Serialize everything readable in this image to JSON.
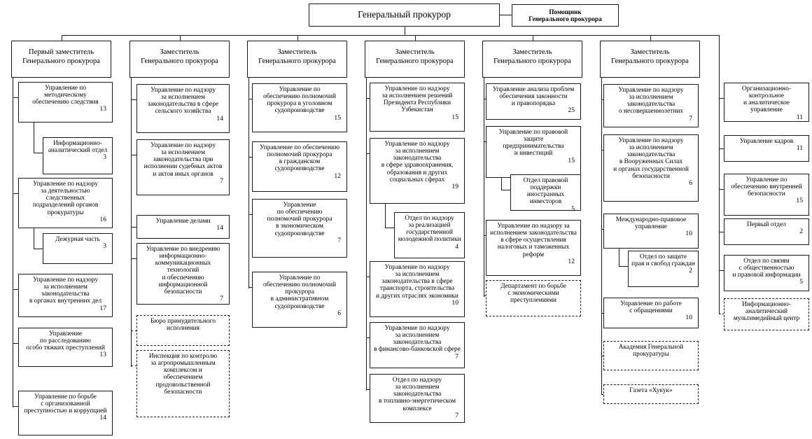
{
  "chart_type": "organizational-hierarchy-diagram",
  "top": {
    "title": "Генеральный прокурор",
    "assistant": "Помощник\nГенерального прокурора",
    "assistant_line1": "Помощник",
    "assistant_line2": "Генерального прокурора"
  },
  "columns": [
    {
      "header_line1": "Первый заместитель",
      "header_line2": "Генерального прокурора",
      "nodes": [
        {
          "lines": [
            "Управление по",
            "методическому",
            "обеспечению следствия"
          ],
          "count": "13",
          "style": "solid",
          "level": 1
        },
        {
          "lines": [
            "Информационно-",
            "аналитический отдел"
          ],
          "count": "3",
          "style": "solid",
          "level": 2
        },
        {
          "lines": [
            "Управление по надзору",
            "за деятельностью",
            "следственных",
            "подразделений органов",
            "прокуратуры"
          ],
          "count": "16",
          "style": "solid",
          "level": 1
        },
        {
          "lines": [
            "Дежурная часть"
          ],
          "count": "3",
          "style": "solid",
          "level": 2
        },
        {
          "lines": [
            "Управление по надзору",
            "за исполнением",
            "законодательства",
            "в органах внутренних дел"
          ],
          "count": "17",
          "style": "solid",
          "level": 1
        },
        {
          "lines": [
            "Управление",
            "по расследованию",
            "особо тяжких преступлений"
          ],
          "count": "13",
          "style": "solid",
          "level": 1
        },
        {
          "lines": [
            "Управление по борьбе",
            "с организованной",
            "преступностью и коррупцией"
          ],
          "count": "14",
          "style": "solid",
          "level": 1
        }
      ]
    },
    {
      "header_line1": "Заместитель",
      "header_line2": "Генерального прокурора",
      "nodes": [
        {
          "lines": [
            "Управление по надзору",
            "за исполнением",
            "законодательства в сфере",
            "сельского хозяйства"
          ],
          "count": "14",
          "style": "solid",
          "level": 1
        },
        {
          "lines": [
            "Управление по надзору",
            "за исполнением",
            "законодательства при",
            "исполнении судебных актов",
            "и актов иных органов"
          ],
          "count": "7",
          "style": "solid",
          "level": 1
        },
        {
          "lines": [
            "Управление делами"
          ],
          "count": "14",
          "style": "solid",
          "level": 1
        },
        {
          "lines": [
            "Управление по внедрению",
            "информационно-",
            "коммуникационных технологий",
            "и обеспечению",
            "информационной безопасности"
          ],
          "count": "7",
          "style": "solid",
          "level": 1
        },
        {
          "lines": [
            "Бюро принудительного",
            "исполнения"
          ],
          "count": "",
          "style": "dashed",
          "level": 1
        },
        {
          "lines": [
            "Инспекция по контролю",
            "за агропромышленным",
            "комплексом и",
            "обеспечением",
            "продовольственной",
            "безопасности"
          ],
          "count": "",
          "style": "dashed",
          "level": 1
        }
      ]
    },
    {
      "header_line1": "Заместитель",
      "header_line2": "Генерального прокурора",
      "nodes": [
        {
          "lines": [
            "Управление по",
            "обеспечению полномочий",
            "прокурора в уголовном",
            "судопроизводстве"
          ],
          "count": "15",
          "style": "solid",
          "level": 1
        },
        {
          "lines": [
            "Управление по обеспечению",
            "полномочий прокурора",
            "в гражданском",
            "судопроизводстве"
          ],
          "count": "12",
          "style": "solid",
          "level": 1
        },
        {
          "lines": [
            "Управление",
            "по обеспечению",
            "полномочий прокурора",
            "в экономическом",
            "судопроизводстве"
          ],
          "count": "7",
          "style": "solid",
          "level": 1
        },
        {
          "lines": [
            "Управление по",
            "обеспечению полномочий",
            "прокурора",
            "в административном",
            "судопроизводстве"
          ],
          "count": "6",
          "style": "solid",
          "level": 1
        }
      ]
    },
    {
      "header_line1": "Заместитель",
      "header_line2": "Генерального прокурора",
      "nodes": [
        {
          "lines": [
            "Управление по надзору",
            "за исполнением решений",
            "Президента Республики",
            "Узбекистан"
          ],
          "count": "15",
          "style": "solid",
          "level": 1
        },
        {
          "lines": [
            "Управление по надзору",
            "за исполнением",
            "законодательства",
            "в сфере здравоохранения,",
            "образования и других",
            "социальных сферах"
          ],
          "count": "19",
          "style": "solid",
          "level": 1
        },
        {
          "lines": [
            "Отдел по надзору",
            "за реализацией",
            "государственной",
            "молодежной политики"
          ],
          "count": "4",
          "style": "solid",
          "level": 2
        },
        {
          "lines": [
            "Управление по надзору",
            "за исполнением",
            "законодательства в сфере",
            "транспорта, строительства",
            "и других отраслях экономики"
          ],
          "count": "10",
          "style": "solid",
          "level": 1
        },
        {
          "lines": [
            "Управление по надзору",
            "за исполнением",
            "законодательства",
            "в финансово-банковской сфере"
          ],
          "count": "7",
          "style": "solid",
          "level": 1
        },
        {
          "lines": [
            "Отдел по надзору",
            "за исполнением законодательства",
            "в топливно-энергетическом",
            "комплексе"
          ],
          "count": "7",
          "style": "solid",
          "level": 1
        }
      ]
    },
    {
      "header_line1": "Заместитель",
      "header_line2": "Генерального прокурора",
      "nodes": [
        {
          "lines": [
            "Управление анализа проблем",
            "обеспечения законности",
            "и правопорядка"
          ],
          "count": "25",
          "style": "solid",
          "level": 1
        },
        {
          "lines": [
            "Управление по правовой",
            "защите",
            "предпринимательства",
            "и инвестиций"
          ],
          "count": "15",
          "style": "solid",
          "level": 1
        },
        {
          "lines": [
            "Отдел правовой",
            "поддержки иностранных",
            "инвесторов"
          ],
          "count": "5",
          "style": "solid",
          "level": 2
        },
        {
          "lines": [
            "Управление по надзору за",
            "исполнением законодательства",
            "в сфере осуществления",
            "налоговых и таможенных",
            "реформ"
          ],
          "count": "12",
          "style": "solid",
          "level": 1
        },
        {
          "lines": [
            "Департамент по борьбе",
            "с экономическими",
            "преступлениями"
          ],
          "count": "",
          "style": "dashed",
          "level": 1
        }
      ]
    },
    {
      "header_line1": "Заместитель",
      "header_line2": "Генерального прокурора",
      "nodes": [
        {
          "lines": [
            "Управление по надзору",
            "за исполнением",
            "законодательства",
            "о несовершеннолетних"
          ],
          "count": "7",
          "style": "solid",
          "level": 1
        },
        {
          "lines": [
            "Управление по надзору",
            "за исполнением",
            "законодательства",
            "в Вооруженных Силах",
            "и органах государственной",
            "безопасности"
          ],
          "count": "6",
          "style": "solid",
          "level": 1
        },
        {
          "lines": [
            "Международно-правовое",
            "управление"
          ],
          "count": "10",
          "style": "solid",
          "level": 1
        },
        {
          "lines": [
            "Отдел по защите",
            "прав и свобод граждан"
          ],
          "count": "2",
          "style": "solid",
          "level": 2
        },
        {
          "lines": [
            "Управление по работе",
            "с обращениями"
          ],
          "count": "10",
          "style": "solid",
          "level": 1
        },
        {
          "lines": [
            "Академия Генеральной",
            "прокуратуры"
          ],
          "count": "",
          "style": "dashed",
          "level": 1
        },
        {
          "lines": [
            "Газета «Хукук»"
          ],
          "count": "",
          "style": "dashed",
          "level": 1
        }
      ]
    },
    {
      "header_line1": "",
      "header_line2": "",
      "nodes": [
        {
          "lines": [
            "Организационно-",
            "контрольное",
            "и аналитическое управление"
          ],
          "count": "11",
          "style": "solid",
          "level": 1
        },
        {
          "lines": [
            "Управление кадров"
          ],
          "count": "11",
          "style": "solid",
          "level": 1
        },
        {
          "lines": [
            "Управление по",
            "обеспечению внутренней",
            "безопасности"
          ],
          "count": "15",
          "style": "solid",
          "level": 1
        },
        {
          "lines": [
            "Первый отдел"
          ],
          "count": "2",
          "style": "solid",
          "level": 1
        },
        {
          "lines": [
            "Отдел по связям",
            "с общественностью",
            "и правовой информации"
          ],
          "count": "5",
          "style": "solid",
          "level": 1
        },
        {
          "lines": [
            "Информационно-",
            "аналитический",
            "мультимедийный центр"
          ],
          "count": "",
          "style": "dashed",
          "level": 1
        }
      ]
    }
  ],
  "colors": {
    "line": "#1a1a1a",
    "background": "#ffffff",
    "text": "#000000"
  }
}
